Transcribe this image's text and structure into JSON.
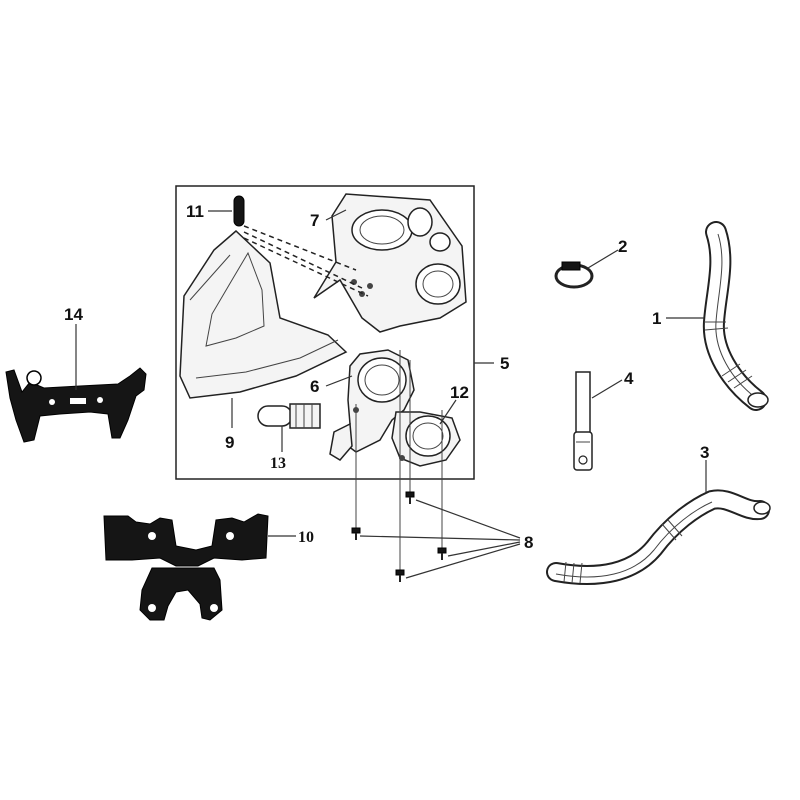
{
  "callouts": {
    "c1": "1",
    "c2": "2",
    "c3": "3",
    "c4": "4",
    "c5": "5",
    "c6": "6",
    "c7": "7",
    "c8": "8",
    "c9": "9",
    "c10": "10",
    "c11": "11",
    "c12": "12",
    "c13": "13",
    "c14": "14"
  },
  "colors": {
    "line": "#333333",
    "part_fill": "#f4f4f4",
    "bracket_fill": "#151515"
  }
}
